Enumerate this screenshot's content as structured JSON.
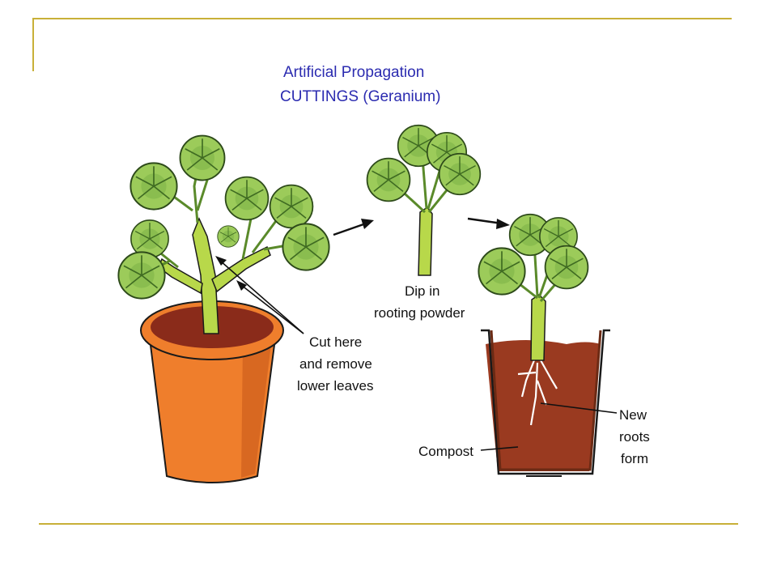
{
  "slide": {
    "accent_color": "#c8b038"
  },
  "diagram": {
    "title_line1": "Artificial Propagation",
    "title_line2": "CUTTINGS (Geranium)",
    "title_color": "#2b2bb0",
    "labels": {
      "cut_1": "Cut here",
      "cut_2": "and remove",
      "cut_3": "lower leaves",
      "dip_1": "Dip in",
      "dip_2": "rooting powder",
      "roots_1": "New",
      "roots_2": "roots",
      "roots_3": "form",
      "compost": "Compost"
    },
    "colors": {
      "leaf": "#9ccb5a",
      "leaf_dark": "#4e8a2a",
      "stem": "#b8d84a",
      "pot": "#ef7e2c",
      "pot_dark": "#c85a1a",
      "soil": "#8a2b1a",
      "compost": "#9a3a20"
    }
  }
}
